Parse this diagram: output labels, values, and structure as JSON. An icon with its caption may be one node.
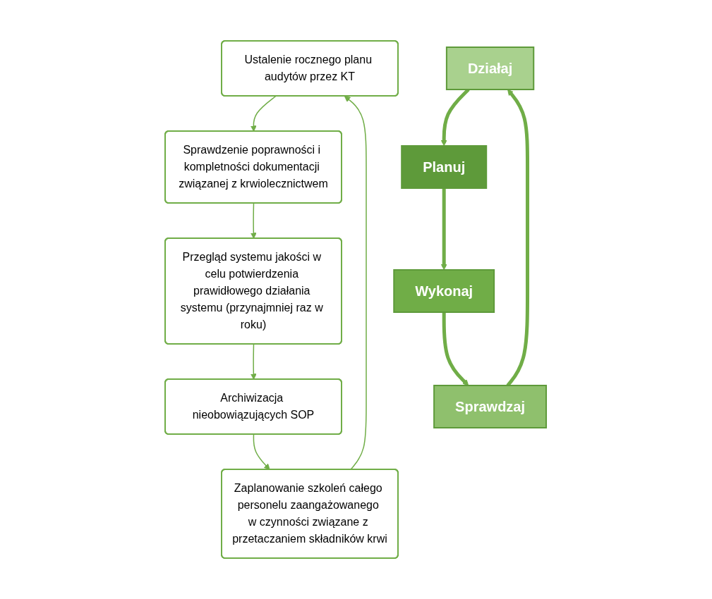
{
  "diagram": {
    "nodes": [
      {
        "text": [
          "Ustalenie rocznego planu audytów przez KT"
        ]
      },
      {
        "text": [
          "Sprawdzenie poprawności i kompletności dokumentacji związanej z krwiolecznictwem"
        ]
      },
      {
        "text": [
          "Przegląd systemu jakości w celu potwierdzenia prawidłowego działania systemu (przynajmniej raz w roku)"
        ]
      },
      {
        "text": [
          "Archiwizacja nieobowiązujących SOP"
        ]
      },
      {
        "text": [
          "Zaplanowanie szkoleń całego personelu zaangażowanego w czynności związane z przetaczaniem składników krwi"
        ]
      },
      {
        "text": [
          "Działaj"
        ]
      },
      {
        "text": [
          "Planuj"
        ]
      },
      {
        "text": [
          "Sprawdzaj"
        ]
      },
      {
        "text": [
          "Wykonaj"
        ]
      }
    ],
    "edges": [
      {
        "from": 0,
        "to": 1,
        "arrow": "to"
      },
      {
        "from": 1,
        "to": 2,
        "arrow": "to"
      },
      {
        "from": 2,
        "to": 3,
        "arrow": "to"
      },
      {
        "from": 3,
        "to": 4,
        "arrow": "to"
      },
      {
        "from": 4,
        "to": 0,
        "arrow": "to"
      },
      {
        "from": 5,
        "to": 6,
        "arrow": "to",
        "style": "thick"
      },
      {
        "from": 6,
        "to": 8,
        "arrow": "to",
        "style": "thick"
      },
      {
        "from": 8,
        "to": 7,
        "arrow": "to",
        "style": "thick"
      },
      {
        "from": 7,
        "to": 5,
        "arrow": "to",
        "style": "thick"
      }
    ]
  }
}
